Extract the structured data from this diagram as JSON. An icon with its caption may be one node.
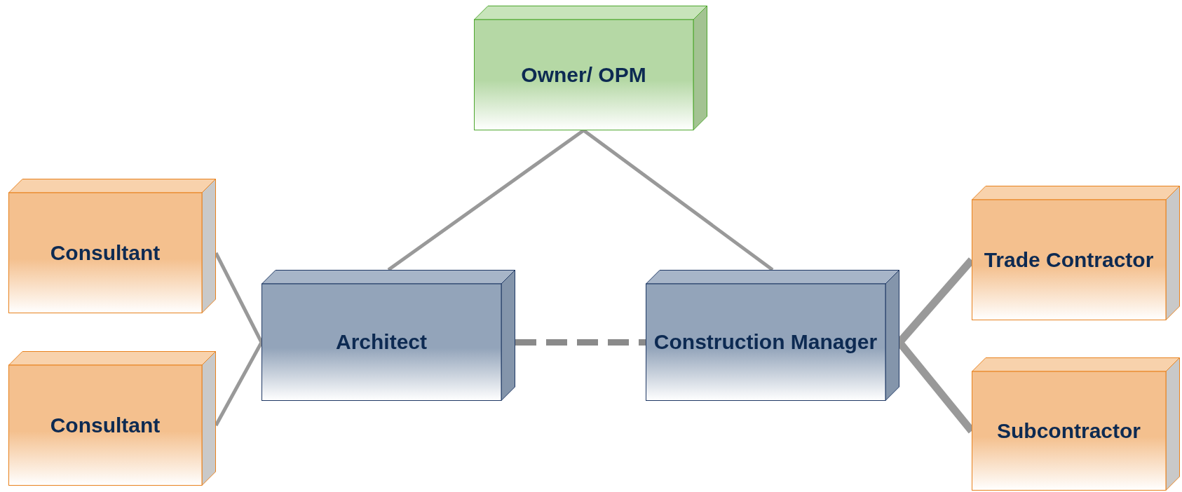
{
  "diagram": {
    "nodes": [
      {
        "text": [
          "Owner/ OPM"
        ]
      },
      {
        "text": [
          "Consultant"
        ]
      },
      {
        "text": [
          "Consultant"
        ]
      },
      {
        "text": [
          "Architect"
        ]
      },
      {
        "text": [
          "Construction Manager"
        ]
      },
      {
        "text": [
          "Trade Contractor"
        ]
      },
      {
        "text": [
          "Subcontractor"
        ]
      }
    ],
    "edges": [
      {
        "from": 0,
        "to": 3,
        "arrow": "none"
      },
      {
        "from": 0,
        "to": 4,
        "arrow": "none"
      },
      {
        "from": 1,
        "to": 3,
        "arrow": "none"
      },
      {
        "from": 2,
        "to": 3,
        "arrow": "none"
      },
      {
        "from": 3,
        "to": 4,
        "arrow": "none",
        "style": "dashed"
      },
      {
        "from": 4,
        "to": 5,
        "arrow": "none",
        "style": "thick"
      },
      {
        "from": 4,
        "to": 6,
        "arrow": "none",
        "style": "thick"
      }
    ]
  }
}
